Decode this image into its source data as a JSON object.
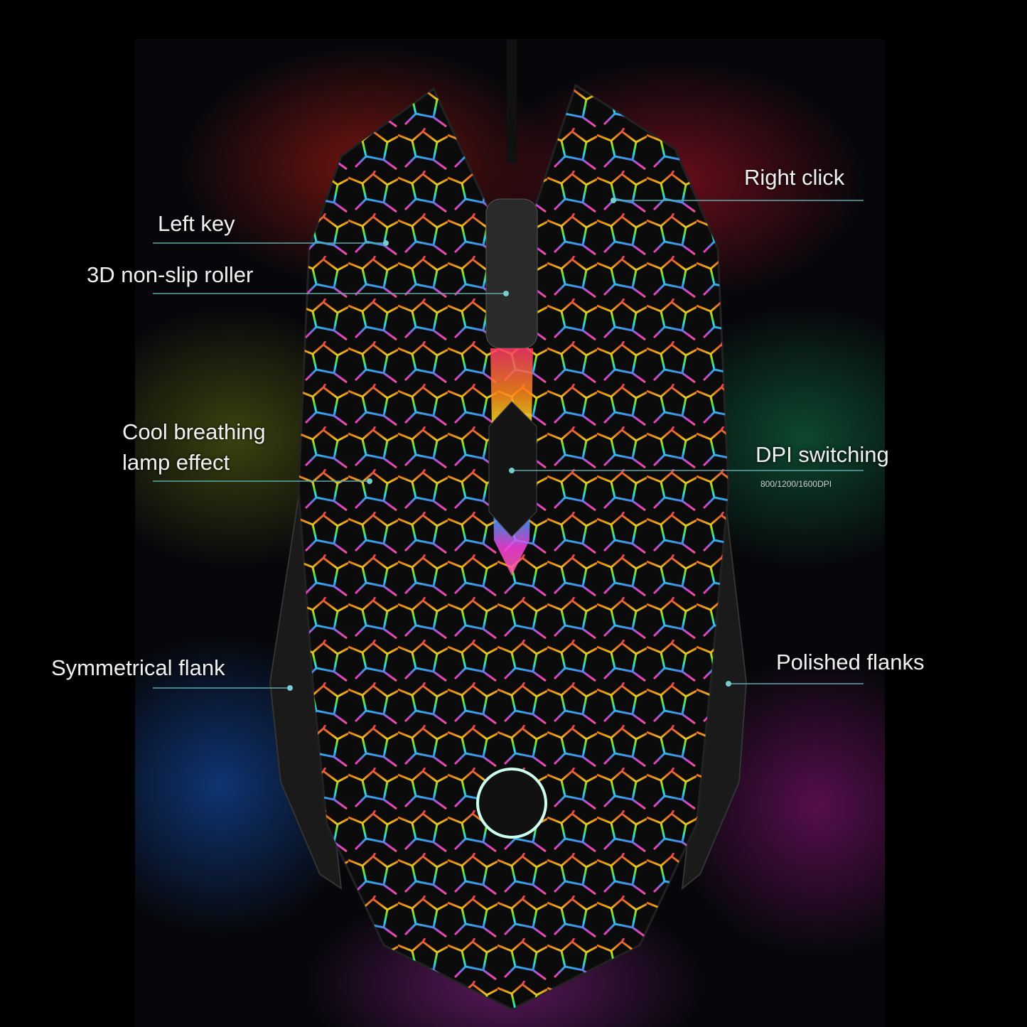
{
  "callouts": {
    "right_click": "Right click",
    "left_key": "Left key",
    "roller": "3D non-slip roller",
    "breathing_line1": "Cool breathing",
    "breathing_line2": "lamp effect",
    "dpi": "DPI switching",
    "dpi_values": "800/1200/1600DPI",
    "symmetrical": "Symmetrical flank",
    "polished": "Polished flanks"
  },
  "colors": {
    "line": "#5aa9a8",
    "text": "#f2f2f2"
  }
}
